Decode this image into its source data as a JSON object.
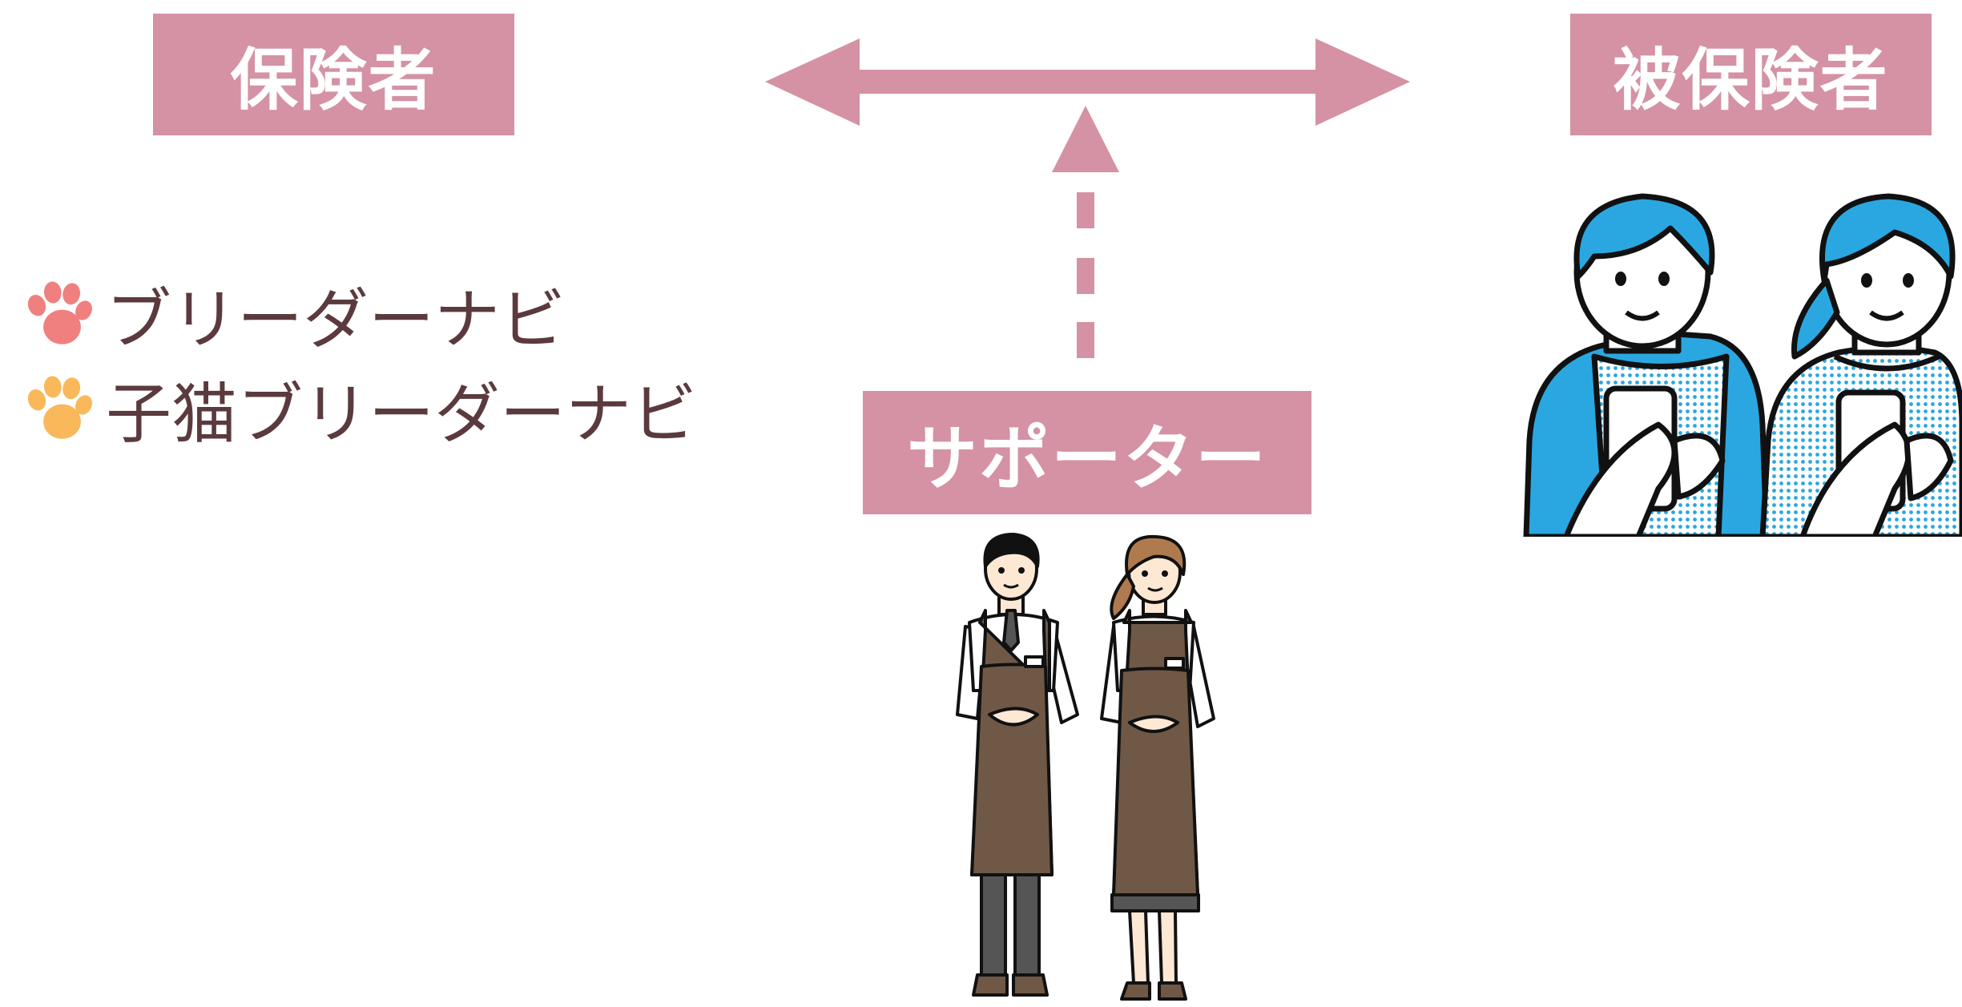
{
  "colors": {
    "accent": "#d492a4",
    "label_text": "#ffffff",
    "brand_text": "#5b3a3e",
    "paw_pink": "#f08080",
    "paw_orange": "#f9b85a",
    "person_blue": "#2aa7e0",
    "apron_brown": "#6f5846"
  },
  "insurer": {
    "label": "保険者"
  },
  "insured": {
    "label": "被保険者"
  },
  "supporter": {
    "label": "サポーター"
  },
  "brands": [
    {
      "name": "ブリーダーナビ",
      "icon": "paw-icon"
    },
    {
      "name": "子猫ブリーダーナビ",
      "icon": "paw-icon"
    }
  ],
  "illustrations": {
    "insured": "two-smartphone-users-icon",
    "supporter": "two-apron-staff-icon"
  }
}
